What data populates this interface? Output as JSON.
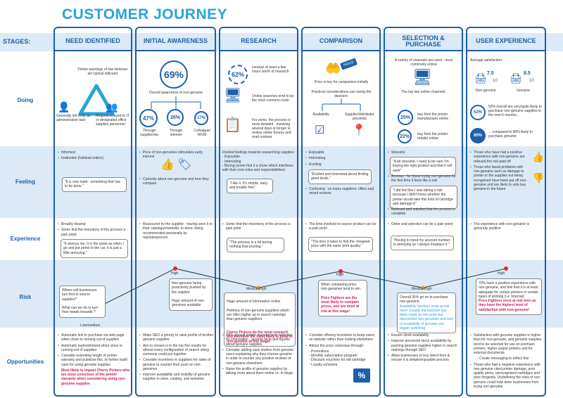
{
  "title": "CUSTOMER JOURNEY",
  "row_labels": {
    "stages": "STAGES:",
    "doing": "Doing",
    "feeling": "Feeling",
    "experience": "Experience",
    "risk": "Risk",
    "opportunities": "Opportunities"
  },
  "stages": [
    "NEED IDENTIFIED",
    "INITIAL AWARENESS",
    "RESEARCH",
    "COMPARISON",
    "SELECTION & PURCHASE",
    "USER EXPERIENCE"
  ],
  "doing": {
    "need": {
      "top": "Printer warnings of low ink/toner are typical indicator",
      "left": "Generally left to be an administrative task",
      "right": "Request relayed to IT or designated office supplies personnel"
    },
    "awareness": {
      "big": "69%",
      "big_label": "Overall awareness of non-genuine",
      "c1": "47%",
      "c1l": "Through supplier/rep",
      "c2": "26%",
      "c2l": "Through internet",
      "c3": "17%",
      "c3l": "Colleague/ WOM"
    },
    "research": {
      "pct": "62%",
      "t1": "conduct at least a few hours worth of research",
      "t2": "Online searches tend to be the most common route",
      "t3": "For some, the process is more detailed - involving several days or longer to review online forums and read reviews"
    },
    "comparison": {
      "t1": "Price is key for comparison initially",
      "t2": "Practical considerations can swing the decision:",
      "a": "Availability",
      "b": "Supplier/distributor proximity",
      "price_tag": "PRICE"
    },
    "selection": {
      "t1": "A variety of channels are used - most commonly online",
      "t2": "The top two online channels:",
      "c1": "25%",
      "c1l": "buy from the printer manufacturer online",
      "c2": "22%",
      "c2l": "buy from the printer retailer online"
    },
    "ux": {
      "t1": "Average satisfaction:",
      "s1": "7.5",
      "s1d": "10",
      "s1l": "Non-genuine",
      "s2": "8.5",
      "s2d": "10",
      "s2l": "Genuine",
      "c1": "52%",
      "c1l": "52% overall are very/quite likely to purchase non-genuine supplies in the next 6 months...",
      "c2": "80%",
      "c2l": "... compared to 80% likely to purchase genuine"
    }
  },
  "feeling": {
    "need": {
      "items": [
        "Informed",
        "Instinctive (habitual orders)"
      ],
      "quote": "\"It is now habit - something that has to be done.\""
    },
    "awareness": {
      "items": [
        "Price of non-genuines stimulates early interest",
        "Curiosity about non-genuine and how they compare"
      ]
    },
    "research": {
      "items": [
        "Divided feelings towards researching supplies:",
        "- Enjoyable",
        "- Interesting",
        "- Boring (some find it a chore which interferes with their core roles and responsibilities)"
      ],
      "quote": "\"I like it. It's simple, easy and trouble free.\""
    },
    "comparison": {
      "items": [
        "Enjoyable",
        "Interesting",
        "Exciting"
      ],
      "quote": "\"Excited and interested about finding good deals.\"",
      "items2": [
        "Confusing - so many suppliers, offers and mixed reviews"
      ]
    },
    "selection": {
      "items": [
        "Stressful"
      ],
      "quote": "\"A bit stressful, I need to be sure I'm buying the right product and that it will work\"",
      "items2": [
        "Anxious - for those trying non-genuine for the first time it feels like a risk"
      ],
      "quote2": "\"I did feel like I was taking a risk because I didn't know whether the printer would take this kind of cartridge and damage it\"",
      "items3": [
        "Relieved and satisfied that the process is complete"
      ]
    },
    "ux": {
      "items": [
        "Those who have had a positive experience with non-genuine are relieved the risk paid off",
        "Those who faced problems with non-genuine such as damage to printer or the supplies not being recognised have been put off non-genuine and are likely to only buy genuine in the future"
      ]
    }
  },
  "experience": {
    "need": {
      "items": [
        "Broadly Neutral",
        "Some find the monotony of the process a pain point"
      ],
      "quote": "\"It annoys me. It is the same as when I go and put petrol in the car, it is just a little annoying.\""
    },
    "awareness": {
      "items": [
        "Reassured by the supplier - having seen it in their catalogue/website, in-store, being recommended personally by rep/salesperson"
      ]
    },
    "research": {
      "items": [
        "Some find the monotony of the process a pain point"
      ],
      "quote": "\"The process is a bit boring nothing that exciting.\""
    },
    "comparison": {
      "items": [
        "The time involved to source product can be a pain point"
      ],
      "quote": "\"The time it takes to find the cheapest price with the same print quality.\""
    },
    "selection": {
      "items": [
        "Order and selection can be a pain point"
      ],
      "quote": "\"Having to input my account number is annoying as I always misplace it.\""
    },
    "ux": {
      "items": [
        "The experience with non-genuine is generally positive"
      ]
    }
  },
  "risk": {
    "levels": [
      "Low/medium",
      "High",
      "Medium/high",
      "High",
      "Medium/high",
      "High"
    ],
    "values": [
      0.2,
      0.95,
      0.6,
      0.9,
      0.6,
      0.95
    ],
    "need": "Where will businesses turn first to source supplies?\n\nWhat can we do to turn their heads towards ?",
    "awareness": "Non-genuine being proactively pushed by the supplier\n\nHuge amount of non-genuines available",
    "research": "Huge amount of information online\n\nPlethora of non-genuine suppliers which are often higher up in search rankings than genuine suppliers",
    "research_hl": "Cherry Pickers do the most research and therefore the most likely to jump to non-genuine at this stage!",
    "comparison": "When comparing price, non-genuines tend to win",
    "comparison_hl": "Price Fighters are the most likely to compare prices, and are most at risk at this stage!",
    "selection": "Overall 35% go on to purchase non-genuine",
    "selection_hl": "Availability Seekers most at risk here! Usually the decision has been made by this point but discounted non-genuines and lack of availability of genuine can trigger switching",
    "ux": "70% have a positive experience with non-genuine, and feel that it is at least adequate for certain printers or certain types of printing (i.e. internal)",
    "ux_hl": "Price Fighters most at risk here as they have the highest level of satisfaction with non-genuine!"
  },
  "opportunities": {
    "need": [
      "Automatic link to purchase via web page when close to running out of supplies",
      "Automatic replenishment when close to running out of supplies",
      "Consider extending length of printer warranty and publicise this, to further build case for using genuine supplies"
    ],
    "need_hl": "Most likely to impact Cherry Pickers who are most conscious of the printer warranty when considering using non-genuine supplies",
    "awareness": [
      "Make SEO a priority to raise profile of brother genuine supplies",
      "Aim to ensure is in the top five results for almost every configuration of search string someone could put together",
      "Consider incentives to suppliers for sales of genuine to counter their push on non-genuines",
      "Improve availability and visibility of genuine supplies in store, catalog, and websites"
    ],
    "research": [
      "44% consult printer manufacturer websites for information - provide facts and figures about genuine supplies",
      "Consider adding case studies from genuine users explaining why they choose genuine - in order to counter any positive reviews of non-genuine elsewhere",
      "Raise the profile of genuine supplies by talking more about them online i.e. in blogs"
    ],
    "comparison": [
      "Consider offering incentives to keep users on website rather than looking elsewhere",
      "Attract the price conscious through:"
    ],
    "comparison_sub": [
      "- Promotions",
      "- Monthly subscription program",
      "- Discount vouchers for old cartridge",
      "- Loyalty schemes"
    ],
    "comparison_badge": "%",
    "selection": [
      "Ensure stock availability",
      "Improve perceived stock availability by pushing genuine supplies higher in search rankings through SEO",
      "Allow businesses to buy direct from & ensure it is simple/enjoyable process"
    ],
    "ux": [
      "Satisfaction with genuine supplies is higher than for non-genuine, and genuine supplies tend to be selected for use on premium printers, higher output printers and for external documents",
      "- Create messaging to reflect this",
      "Those who had a negative experience with non-genuine cited printer damage, poor quality prints, unrecognised cartridges and poor longevity. Underlining the risks of non-genuine could help deter businesses from trying non-genuine"
    ]
  },
  "colors": {
    "brand": "#1d5fa8",
    "accent": "#29a3db",
    "band": "#dbeaf6",
    "highlight": "#d1185f",
    "risk_point": "#e8262b",
    "low_point": "#9ac43c"
  }
}
